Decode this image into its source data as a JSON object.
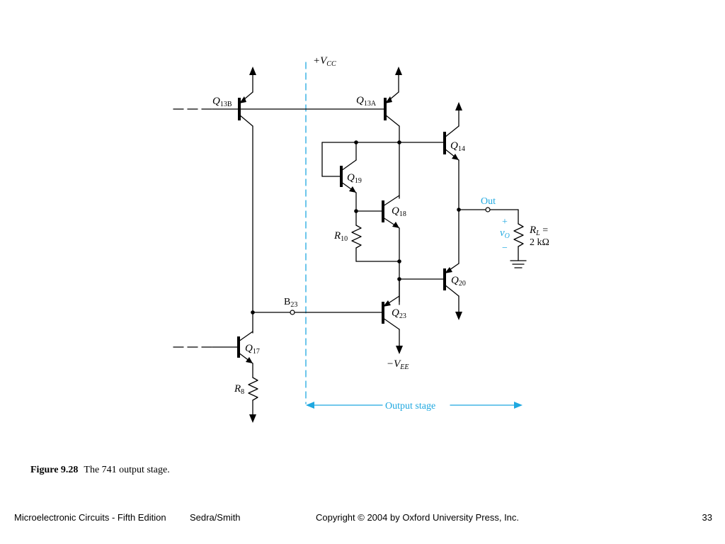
{
  "diagram": {
    "labels": {
      "q13b": "Q",
      "q13b_sub": "13B",
      "q13a": "Q",
      "q13a_sub": "13A",
      "q14": "Q",
      "q14_sub": "14",
      "q19": "Q",
      "q19_sub": "19",
      "q18": "Q",
      "q18_sub": "18",
      "q20": "Q",
      "q20_sub": "20",
      "q23": "Q",
      "q23_sub": "23",
      "q17": "Q",
      "q17_sub": "17",
      "r10": "R",
      "r10_sub": "10",
      "r8": "R",
      "r8_sub": "8",
      "b23": "B",
      "b23_sub": "23",
      "vcc_prefix": "+V",
      "vcc_sub": "CC",
      "vee_prefix": "−V",
      "vee_sub": "EE",
      "out": "Out",
      "vo_plus": "+",
      "vo": "v",
      "vo_sub": "O",
      "vo_minus": "−",
      "rl": "R",
      "rl_sub": "L",
      "rl_eq": " =",
      "rl_value": "2 kΩ",
      "output_stage": "Output stage"
    }
  },
  "caption": {
    "number": "Figure 9.28",
    "text": "The 741 output stage."
  },
  "footer": {
    "book": "Microelectronic Circuits - Fifth Edition",
    "authors": "Sedra/Smith",
    "copyright": "Copyright © 2004 by Oxford University Press, Inc.",
    "page": "33"
  },
  "colors": {
    "accent": "#1fa8e0"
  }
}
